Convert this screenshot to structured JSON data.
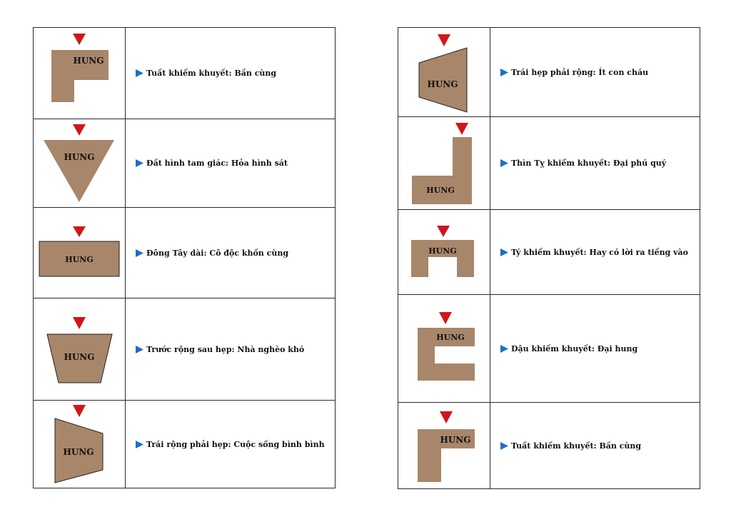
{
  "colors": {
    "plot_fill": "#a8866a",
    "plot_stroke": "#222222",
    "arrow": "#d0161b",
    "bullet": "#1f6fbf"
  },
  "left_rows": [
    {
      "shape": "l-shape",
      "label": "HUNG",
      "text": "Tuất khiếm khuyết: Bần cùng"
    },
    {
      "shape": "triangle-down",
      "label": "HUNG",
      "text": "Đất hình tam giác: Hỏa hình sát"
    },
    {
      "shape": "wide-rectangle",
      "label": "HUNG",
      "text": "Đông Tây dài: Cô độc khốn cùng"
    },
    {
      "shape": "trapezoid-front-wide",
      "label": "HUNG",
      "text": "Trước rộng sau hẹp: Nhà nghèo khó"
    },
    {
      "shape": "trapezoid-left-wide",
      "label": "HUNG",
      "text": "Trái rộng phải hẹp: Cuộc sống bình bình"
    }
  ],
  "right_rows": [
    {
      "shape": "trapezoid-right-wide",
      "label": "HUNG",
      "text": "Trái hẹp phải rộng: Ít con cháu"
    },
    {
      "shape": "l-shape-reverse",
      "label": "HUNG",
      "text": "Thìn Tỵ khiếm khuyết: Đại phú quý"
    },
    {
      "shape": "notch-bottom",
      "label": "HUNG",
      "text": "Tý khiếm khuyết: Hay có lời ra tiếng vào"
    },
    {
      "shape": "c-shape",
      "label": "HUNG",
      "text": "Dậu khiếm khuyết: Đại hung"
    },
    {
      "shape": "l-shape",
      "label": "HUNG",
      "text": "Tuất khiếm khuyết: Bần cùng"
    }
  ]
}
